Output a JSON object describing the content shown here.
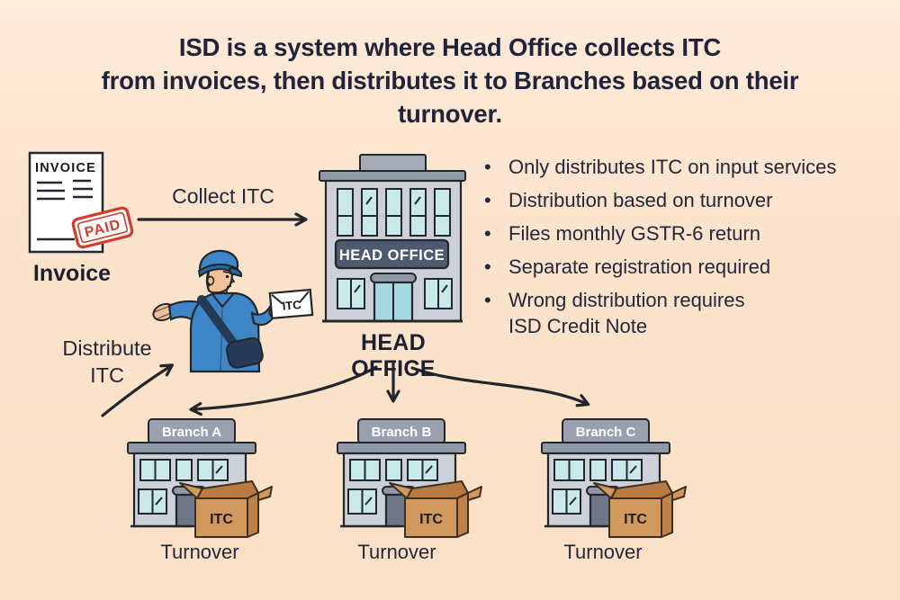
{
  "colors": {
    "background_peach": "#fbe3cc",
    "text_dark": "#20233a",
    "arrow_black": "#23262b",
    "stamp_red": "#d23b2e",
    "building_gray": "#ccd1d9",
    "roof_gray": "#9099a7",
    "window_blue": "#c9e8ec",
    "head_office_sign_navy": "#4d5a70",
    "branch_sign_gray": "#9aa0ad",
    "branch_door_slate": "#6e7687",
    "head_office_door_blue": "#a6d8e2",
    "box_tan": "#d1995e",
    "postman_blue": "#3e86c7",
    "postman_navy": "#263a56",
    "skin": "#f1c19b"
  },
  "title": {
    "line1": "ISD is a system where Head Office collects ITC",
    "line2": "from invoices, then distributes it to Branches based on their",
    "line3": "turnover."
  },
  "invoice": {
    "heading": "INVOICE",
    "stamp": "PAID",
    "caption": "Invoice"
  },
  "flow": {
    "collect": "Collect ITC",
    "distribute": "Distribute ITC",
    "envelope": "ITC"
  },
  "head_office": {
    "sign": "HEAD OFFICE",
    "caption": "HEAD OFFICE"
  },
  "facts": {
    "bullet_glyph": "•",
    "items": [
      "Only distributes ITC on input services",
      "Distribution based on turnover",
      "Files monthly GSTR-6 return",
      "Separate registration required",
      "Wrong distribution requires\nISD Credit Note"
    ]
  },
  "branches": {
    "a": {
      "sign": "Branch A",
      "box": "ITC",
      "caption": "Turnover"
    },
    "b": {
      "sign": "Branch B",
      "box": "ITC",
      "caption": "Turnover"
    },
    "c": {
      "sign": "Branch C",
      "box": "ITC",
      "caption": "Turnover"
    }
  }
}
